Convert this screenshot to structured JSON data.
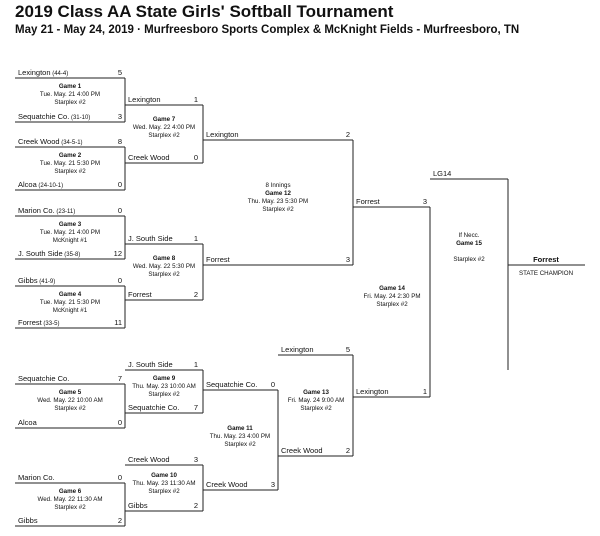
{
  "title": "2019 Class AA State Girls' Softball Tournament",
  "subtitle": "May 21 - May 24, 2019 · Murfreesboro Sports Complex & McKnight Fields - Murfreesboro, TN",
  "games": [
    {
      "id": "g1",
      "lines": [
        "Game 1",
        "Tue. May. 21 4:00 PM",
        "Starplex #2"
      ]
    },
    {
      "id": "g2",
      "lines": [
        "Game 2",
        "Tue. May. 21 5:30 PM",
        "Starplex #2"
      ]
    },
    {
      "id": "g3",
      "lines": [
        "Game 3",
        "Tue. May. 21 4:00 PM",
        "McKnight #1"
      ]
    },
    {
      "id": "g4",
      "lines": [
        "Game 4",
        "Tue. May. 21 5:30 PM",
        "McKnight #1"
      ]
    },
    {
      "id": "g5",
      "lines": [
        "Game 5",
        "Wed. May. 22 10:00 AM",
        "Starplex #2"
      ]
    },
    {
      "id": "g6",
      "lines": [
        "Game 6",
        "Wed. May. 22 11:30 AM",
        "Starplex #2"
      ]
    },
    {
      "id": "g7",
      "lines": [
        "Game 7",
        "Wed. May. 22 4:00 PM",
        "Starplex #2"
      ]
    },
    {
      "id": "g8",
      "lines": [
        "Game 8",
        "Wed. May. 22 5:30 PM",
        "Starplex #2"
      ]
    },
    {
      "id": "g9",
      "lines": [
        "Game 9",
        "Thu. May. 23 10:00 AM",
        "Starplex #2"
      ]
    },
    {
      "id": "g10",
      "lines": [
        "Game 10",
        "Thu. May. 23 11:30 AM",
        "Starplex #2"
      ]
    },
    {
      "id": "g11",
      "lines": [
        "Game 11",
        "Thu. May. 23 4:00 PM",
        "Starplex #2"
      ]
    },
    {
      "id": "g12",
      "lines": [
        "8 Innings",
        "Game 12",
        "Thu. May. 23 5:30 PM",
        "Starplex #2"
      ]
    },
    {
      "id": "g13",
      "lines": [
        "Game 13",
        "Fri. May. 24 9:00 AM",
        "Starplex #2"
      ]
    },
    {
      "id": "g14",
      "lines": [
        "Game 14",
        "Fri. May. 24 2:30 PM",
        "Starplex #2"
      ]
    },
    {
      "id": "g15",
      "lines": [
        "If Necc.",
        "Game 15",
        "",
        "Starplex #2"
      ]
    }
  ],
  "slots": [
    {
      "id": "s1",
      "name": "Lexington",
      "record": "(44-4)",
      "score": "5"
    },
    {
      "id": "s2",
      "name": "Sequatchie Co.",
      "record": "(31-10)",
      "score": "3"
    },
    {
      "id": "s3",
      "name": "Creek Wood",
      "record": "(34-5-1)",
      "score": "8"
    },
    {
      "id": "s4",
      "name": "Alcoa",
      "record": "(24-10-1)",
      "score": "0"
    },
    {
      "id": "s5",
      "name": "Marion Co.",
      "record": "(23-11)",
      "score": "0"
    },
    {
      "id": "s6",
      "name": "J. South Side",
      "record": "(35-8)",
      "score": "12"
    },
    {
      "id": "s7",
      "name": "Gibbs",
      "record": "(41-9)",
      "score": "0"
    },
    {
      "id": "s8",
      "name": "Forrest",
      "record": "(33-5)",
      "score": "11"
    },
    {
      "id": "s9",
      "name": "Sequatchie Co.",
      "record": "",
      "score": "7"
    },
    {
      "id": "s10",
      "name": "Alcoa",
      "record": "",
      "score": "0"
    },
    {
      "id": "s11",
      "name": "Marion Co.",
      "record": "",
      "score": "0"
    },
    {
      "id": "s12",
      "name": "Gibbs",
      "record": "",
      "score": "2"
    },
    {
      "id": "s13",
      "name": "Lexington",
      "record": "",
      "score": "1"
    },
    {
      "id": "s14",
      "name": "Creek Wood",
      "record": "",
      "score": "0"
    },
    {
      "id": "s15",
      "name": "J. South Side",
      "record": "",
      "score": "1"
    },
    {
      "id": "s16",
      "name": "Forrest",
      "record": "",
      "score": "2"
    },
    {
      "id": "s17",
      "name": "J. South Side",
      "record": "",
      "score": "1"
    },
    {
      "id": "s18",
      "name": "Sequatchie Co.",
      "record": "",
      "score": "7"
    },
    {
      "id": "s19",
      "name": "Creek Wood",
      "record": "",
      "score": "3"
    },
    {
      "id": "s20",
      "name": "Gibbs",
      "record": "",
      "score": "2"
    },
    {
      "id": "s21",
      "name": "Lexington",
      "record": "",
      "score": "2"
    },
    {
      "id": "s22",
      "name": "Forrest",
      "record": "",
      "score": "3"
    },
    {
      "id": "s23",
      "name": "Sequatchie Co.",
      "record": "",
      "score": "0"
    },
    {
      "id": "s24",
      "name": "Creek Wood",
      "record": "",
      "score": "3"
    },
    {
      "id": "s25",
      "name": "Lexington",
      "record": "",
      "score": "5"
    },
    {
      "id": "s26",
      "name": "Creek Wood",
      "record": "",
      "score": "2"
    },
    {
      "id": "s27",
      "name": "Forrest",
      "record": "",
      "score": "3"
    },
    {
      "id": "s28",
      "name": "Lexington",
      "record": "",
      "score": "1"
    },
    {
      "id": "s29",
      "name": "LG14",
      "record": "",
      "score": ""
    },
    {
      "id": "s30",
      "name": "Forrest",
      "record": "",
      "score": ""
    }
  ],
  "champion_label": "STATE CHAMPION"
}
